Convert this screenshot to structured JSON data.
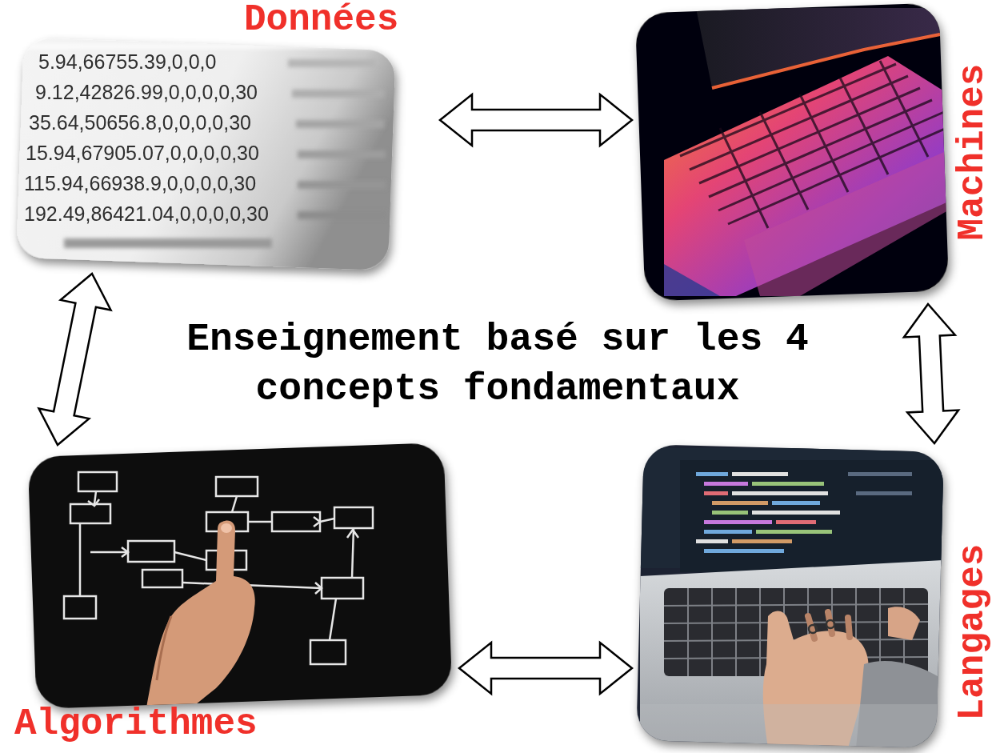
{
  "diagram": {
    "title": "Enseignement basé sur les 4 concepts fondamentaux",
    "nodes": [
      {
        "text": [
          "Données"
        ]
      },
      {
        "text": [
          "Machines"
        ]
      },
      {
        "text": [
          "Algorithmes"
        ]
      },
      {
        "text": [
          "Langages"
        ]
      }
    ],
    "edges": [
      {
        "from": 0,
        "to": 1,
        "arrow": "both"
      },
      {
        "from": 0,
        "to": 2,
        "arrow": "both"
      },
      {
        "from": 1,
        "to": 3,
        "arrow": "both"
      },
      {
        "from": 2,
        "to": 3,
        "arrow": "both"
      }
    ],
    "labels": [
      "5.94,66755.39,0,0,0",
      "9.12,42826.99,0,0,0,0,30",
      "35.64,50656.8,0,0,0,0,30",
      "15.94,67905.07,0,0,0,0,30",
      "115.94,66938.9,0,0,0,0,30",
      "192.49,86421.04,0,0,0,0,30"
    ]
  }
}
